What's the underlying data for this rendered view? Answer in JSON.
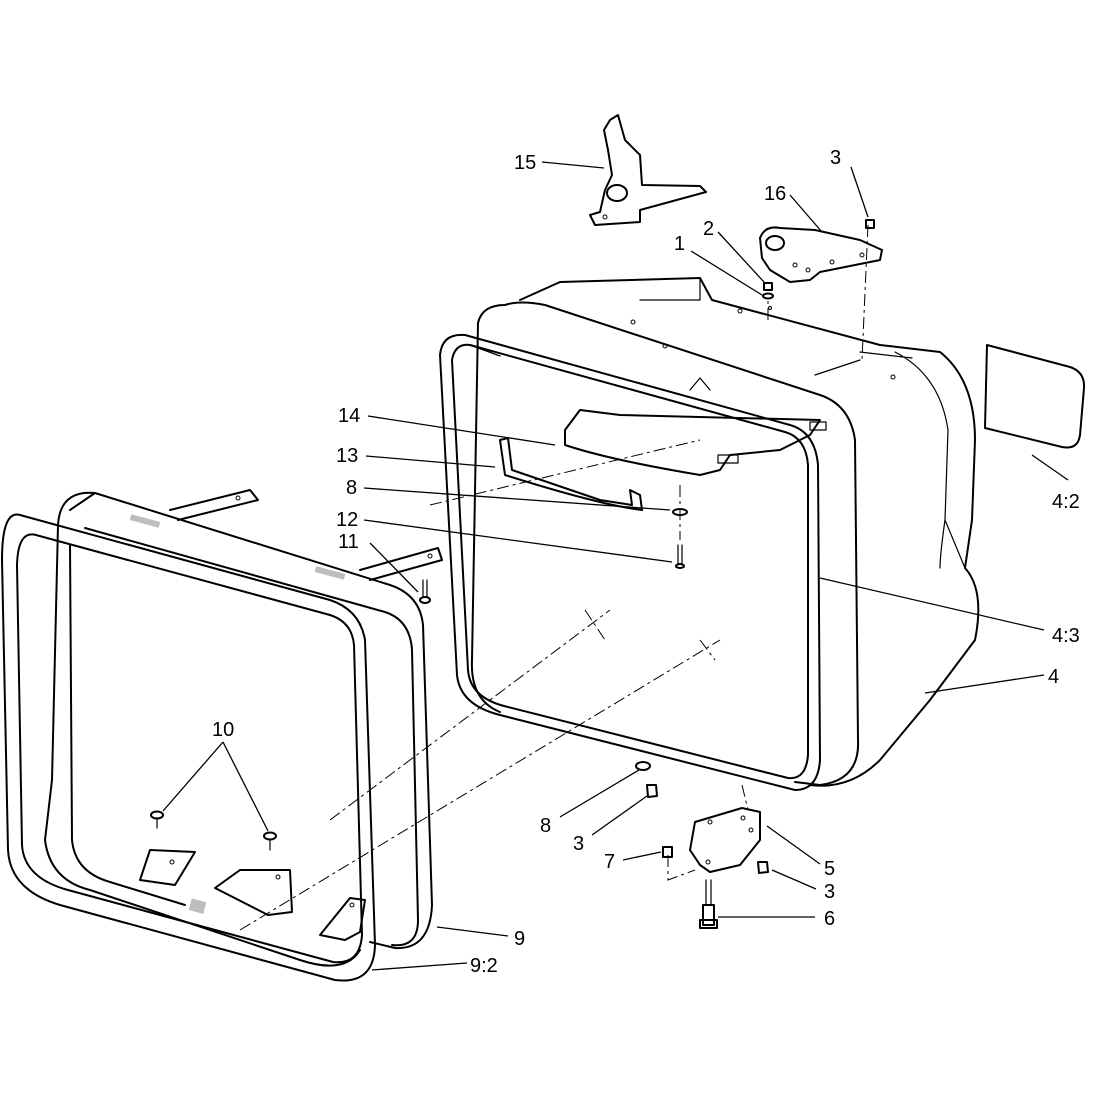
{
  "callouts": {
    "c1": "1",
    "c2": "2",
    "c3_top": "3",
    "c3_lower_a": "3",
    "c3_lower_b": "3",
    "c4": "4",
    "c4_2": "4:2",
    "c4_3": "4:3",
    "c5": "5",
    "c6": "6",
    "c7": "7",
    "c8_upper": "8",
    "c8_lower": "8",
    "c9": "9",
    "c9_2": "9:2",
    "c10": "10",
    "c11": "11",
    "c12": "12",
    "c13": "13",
    "c14": "14",
    "c15": "15",
    "c16": "16"
  }
}
